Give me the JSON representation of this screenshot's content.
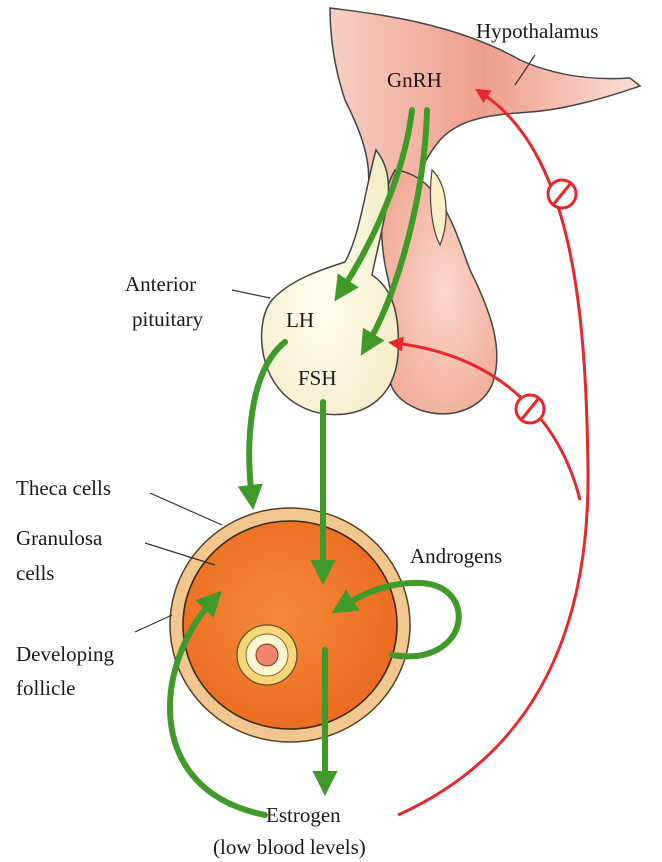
{
  "labels": {
    "hypothalamus": "Hypothalamus",
    "gnrh": "GnRH",
    "anterior": "Anterior",
    "pituitary": "pituitary",
    "lh": "LH",
    "fsh": "FSH",
    "theca": "Theca cells",
    "granulosa1": "Granulosa",
    "granulosa2": "cells",
    "developing": "Developing",
    "follicle": "follicle",
    "androgens": "Androgens",
    "estrogen": "Estrogen",
    "estrogen_note": "(low blood levels)"
  },
  "colors": {
    "stimulation": "#3f9a2a",
    "inhibition": "#e8262b",
    "hypothalamus": "#f2b3a4",
    "pituitary_anterior": "#fbf7dd",
    "pituitary_posterior": "#f7c9bb",
    "follicle_outer": "#f2c68f",
    "follicle_inner": "#f0782a"
  },
  "legend_symbols": {
    "stimulatory": "green-arrow",
    "inhibitory": "red-arrow-with-no-symbol"
  }
}
